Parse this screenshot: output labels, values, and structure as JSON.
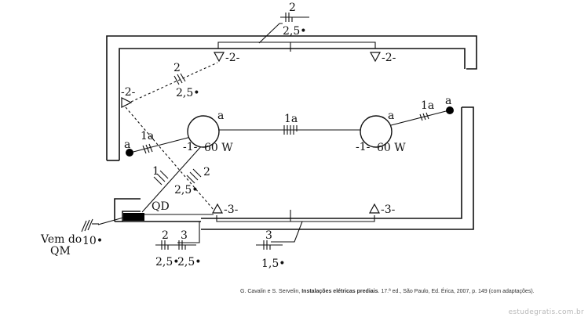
{
  "labels": {
    "top_conduit_count": "2",
    "top_conduit_gauge": "2,5•",
    "lamp_left_tag": "a",
    "lamp_left_switch": "-1-",
    "lamp_left_power": "60 W",
    "lamp_right_tag": "a",
    "lamp_right_switch": "-1-",
    "lamp_right_power": "60 W",
    "mid_conduit_label": "1a",
    "left_point_tag": "a",
    "left_point_conduit": "1a",
    "right_point_tag": "a",
    "right_point_conduit": "1a",
    "outlet_top_left": "-2-",
    "outlet_top_right": "-2-",
    "outlet_left_wall": "-2-",
    "dashed_conduit_count": "2",
    "dashed_conduit_gauge": "2,5•",
    "diag_conduit_count_a": "1",
    "diag_conduit_count_b": "2",
    "diag_conduit_gauge": "2,5•",
    "panel_label": "QD",
    "outlet_bottom_left": "-3-",
    "outlet_bottom_right": "-3-",
    "incoming_label_line1": "Vem do",
    "incoming_label_line2": "QM",
    "incoming_gauge": "10•",
    "bottom_left_count_a": "2",
    "bottom_left_count_b": "3",
    "bottom_left_gauge_a": "2,5•",
    "bottom_left_gauge_b": "2,5•",
    "bottom_right_count": "3",
    "bottom_right_gauge": "1,5•"
  },
  "citation": {
    "authors": "G. Cavalin e S. Servelin,",
    "title": "Instalações elétricas prediais",
    "rest": ". 17.ª ed., São Paulo, Ed. Érica, 2007, p. 149 (com adaptações)."
  },
  "watermark": "estudegratis.com.br",
  "colors": {
    "line": "#111111",
    "panel": "#000000",
    "watermark": "#b8b8b8"
  }
}
